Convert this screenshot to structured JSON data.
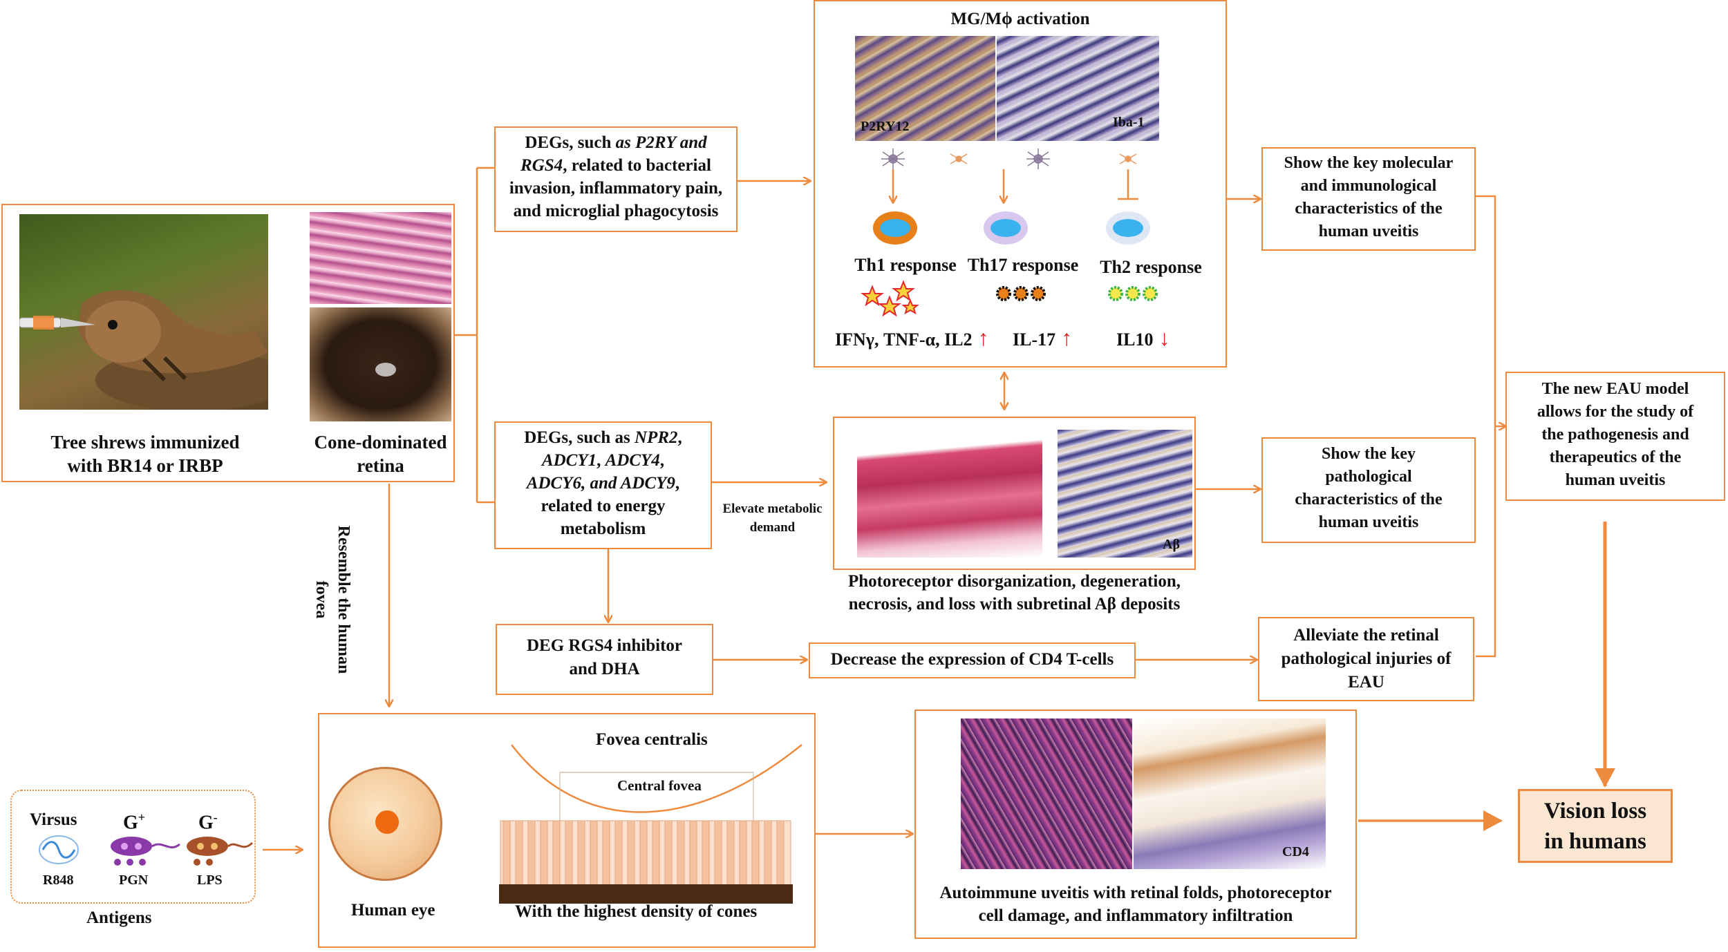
{
  "colors": {
    "line": "#ee8a3e",
    "arrow": "#ee8a3e",
    "up_arrow": "#e52222",
    "text": "#111111"
  },
  "tree_shrew": {
    "caption_1": "Tree shrews immunized",
    "caption_2": "with BR14 or IRBP",
    "retina_caption_1": "Cone-dominated",
    "retina_caption_2": "retina"
  },
  "deg1": {
    "prefix": "DEGs, such ",
    "genes_1": "as P2RY and",
    "genes_2": "RGS4",
    "line_2_rest": ", related to bacterial",
    "line_3": "invasion, inflammatory pain,",
    "line_4": "and microglial phagocytosis"
  },
  "mg": {
    "title": "MG/Mϕ activation",
    "stain_left": "P2RY12",
    "stain_right": "Iba-1",
    "th1": "Th1 response",
    "th17": "Th17 response",
    "th2": "Th2 response",
    "cyto_1": "IFNγ, TNF-α, IL2",
    "cyto_2": "IL-17",
    "cyto_3": "IL10"
  },
  "show_mol": {
    "l1": "Show the key  molecular",
    "l2": "and immunological",
    "l3": "characteristics of the",
    "l4": "human uveitis"
  },
  "new_model": {
    "l1": "The new EAU model",
    "l2": "allows for  the study of",
    "l3": "the pathogenesis and",
    "l4": "therapeutics of the",
    "l5": "human uveitis"
  },
  "deg2": {
    "prefix": "DEGs, such as ",
    "g1": "NPR2",
    ",": ",",
    "g2": "ADCY1",
    "g3": "ADCY4",
    "g4": "ADCY6, and ADCY9",
    "l4": "related to energy",
    "l5": "metabolism"
  },
  "elevate": {
    "l1": "Elevate metabolic",
    "l2": "demand"
  },
  "photo": {
    "abeta": "Aβ",
    "caption_1": "Photoreceptor disorganization, degeneration,",
    "caption_2": "necrosis, and loss with subretinal Aβ deposits"
  },
  "show_path": {
    "l1": "Show the key",
    "l2": "pathological",
    "l3": "characteristics of the",
    "l4": "human uveitis"
  },
  "inhibitor": {
    "l1": "DEG RGS4 inhibitor",
    "l2": "and DHA"
  },
  "decrease": {
    "text": "Decrease the expression of CD4 T-cells"
  },
  "alleviate": {
    "l1": "Alleviate the retinal",
    "l2": "pathological injuries of",
    "l3": "EAU"
  },
  "resemble": {
    "l1": "Resemble the human",
    "l2": "fovea"
  },
  "antigens": {
    "virus": "Virsus",
    "gplus": "G",
    "gplus_sup": "+",
    "gminus": "G",
    "gminus_sup": "-",
    "r848": "R848",
    "pgn": "PGN",
    "lps": "LPS",
    "title": "Antigens"
  },
  "eye": {
    "fovea_centralis": "Fovea centralis",
    "central_fovea": "Central fovea",
    "human_eye": "Human eye",
    "cones": "With the highest density of cones"
  },
  "auto": {
    "cd4": "CD4",
    "l1": "Autoimmune uveitis with retinal folds, photoreceptor",
    "l2": "cell damage, and inflammatory  infiltration"
  },
  "vision": {
    "l1": "Vision loss",
    "l2": "in humans"
  }
}
